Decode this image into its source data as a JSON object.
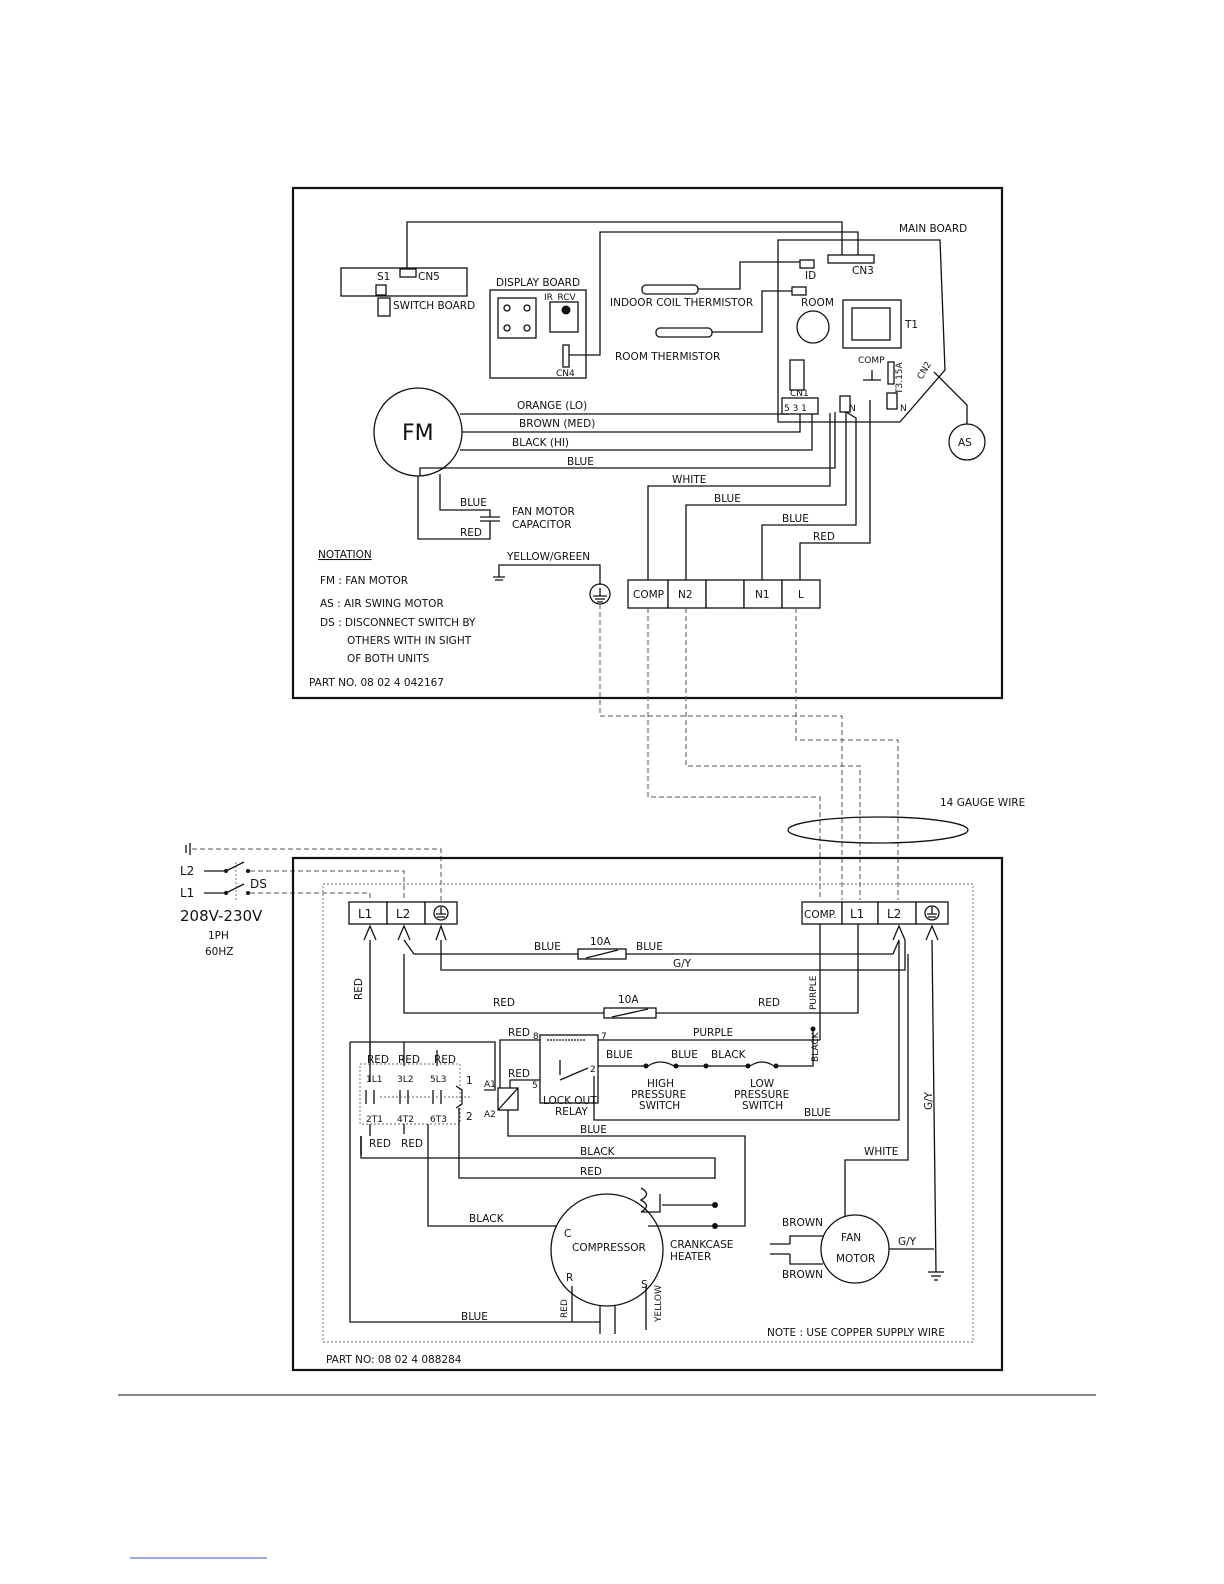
{
  "indoor": {
    "main_board": "MAIN BOARD",
    "switch_board": "SWITCH BOARD",
    "s1": "S1",
    "cn5": "CN5",
    "display_board": "DISPLAY BOARD",
    "ir_rcv": "IR_RCV",
    "cn4": "CN4",
    "cn3": "CN3",
    "id": "ID",
    "room": "ROOM",
    "t1": "T1",
    "comp": "COMP",
    "fuse": "T3.15A",
    "cn2": "CN2",
    "cn1": "CN1",
    "cn1_pins": "5 3 1",
    "n": "N",
    "indoor_coil_thermistor": "INDOOR COIL THERMISTOR",
    "room_thermistor": "ROOM THERMISTOR",
    "fm": "FM",
    "as": "AS",
    "wires": {
      "orange": "ORANGE (LO)",
      "brown": "BROWN (MED)",
      "black": "BLACK (HI)",
      "blue": "BLUE",
      "white": "WHITE",
      "red": "RED",
      "yellow_green": "YELLOW/GREEN"
    },
    "fan_motor_capacitor": [
      "FAN MOTOR",
      "CAPACITOR"
    ],
    "terminals": [
      "COMP",
      "N2",
      "",
      "N1",
      "L"
    ],
    "notation": {
      "title": "NOTATION",
      "fm": "FM : FAN MOTOR",
      "as": "AS : AIR SWING MOTOR",
      "ds": [
        "DS : DISCONNECT SWITCH BY",
        "OTHERS WITH IN SIGHT",
        "OF BOTH UNITS"
      ]
    },
    "part_no": "PART NO. 08 02 4 042167"
  },
  "link": {
    "gauge": "14 GAUGE WIRE"
  },
  "supply": {
    "l2": "L2",
    "l1": "L1",
    "ds": "DS",
    "voltage": "208V-230V",
    "phase": "1PH",
    "freq": "60HZ"
  },
  "outdoor": {
    "left_terminals": [
      "L1",
      "L2"
    ],
    "right_terminals": [
      "COMP.",
      "L1",
      "L2"
    ],
    "fuse": "10A",
    "wires": {
      "blue": "BLUE",
      "red": "RED",
      "gy": "G/Y",
      "purple": "PURPLE",
      "black": "BLACK",
      "white": "WHITE",
      "brown": "BROWN",
      "yellow": "YELLOW"
    },
    "contactor": {
      "top": [
        "1L1",
        "3L2",
        "5L3"
      ],
      "bottom": [
        "2T1",
        "4T2",
        "6T3"
      ],
      "coil_top": "1",
      "coil_bottom": "2"
    },
    "relay": {
      "a1": "A1",
      "a2": "A2",
      "p8": "8",
      "p7": "7",
      "p5": "5",
      "p2": "2",
      "name": [
        "LOCK OUT",
        "RELAY"
      ]
    },
    "high_pressure_switch": [
      "HIGH",
      "PRESSURE",
      "SWITCH"
    ],
    "low_pressure_switch": [
      "LOW",
      "PRESSURE",
      "SWITCH"
    ],
    "compressor": "COMPRESSOR",
    "comp_c": "C",
    "comp_r": "R",
    "comp_s": "S",
    "crankcase_heater": [
      "CRANKCASE",
      "HEATER"
    ],
    "fan_motor": [
      "FAN",
      "MOTOR"
    ],
    "note": "NOTE : USE COPPER SUPPLY WIRE",
    "part_no": "PART NO: 08 02 4 088284"
  }
}
